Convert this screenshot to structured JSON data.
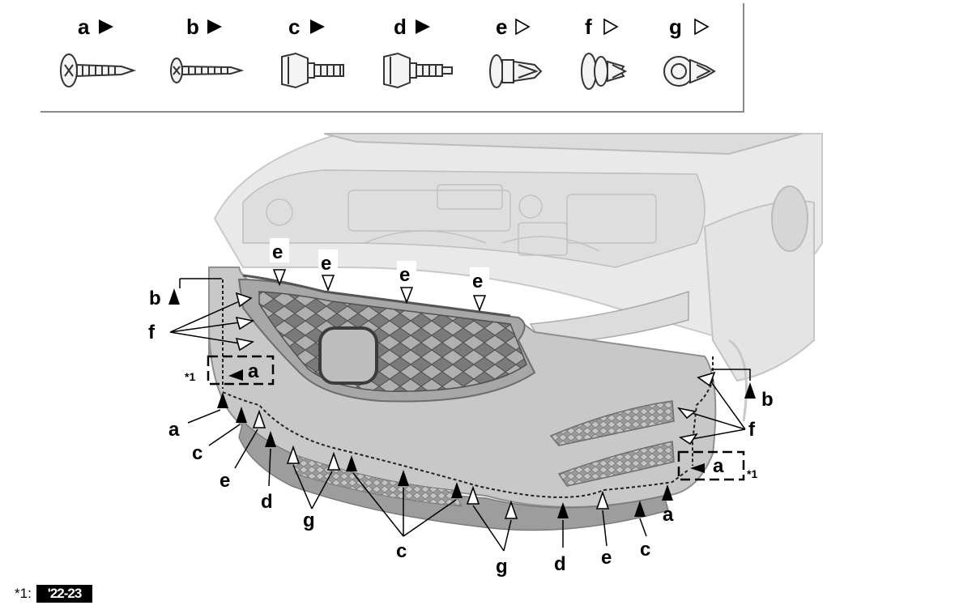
{
  "legend": {
    "items": [
      {
        "letter": "a",
        "marker": "solid"
      },
      {
        "letter": "b",
        "marker": "solid"
      },
      {
        "letter": "c",
        "marker": "solid"
      },
      {
        "letter": "d",
        "marker": "solid"
      },
      {
        "letter": "e",
        "marker": "hollow"
      },
      {
        "letter": "f",
        "marker": "hollow"
      },
      {
        "letter": "g",
        "marker": "hollow"
      }
    ]
  },
  "callouts": {
    "e": "e",
    "b": "b",
    "f": "f",
    "a": "a",
    "c": "c",
    "d": "d",
    "g": "g",
    "note": "*1"
  },
  "footnote": {
    "key": "*1:",
    "value": "'22-23"
  },
  "icons": [
    "tapping-screw-icon",
    "flange-bolt-icon",
    "clip-icon",
    "car-front-bumper-illustration"
  ],
  "colors": {
    "solid_marker": "#000000",
    "hollow_marker": "#ffffff",
    "bumper": "#c8c8c8",
    "car_body": "#e6e6e6"
  }
}
